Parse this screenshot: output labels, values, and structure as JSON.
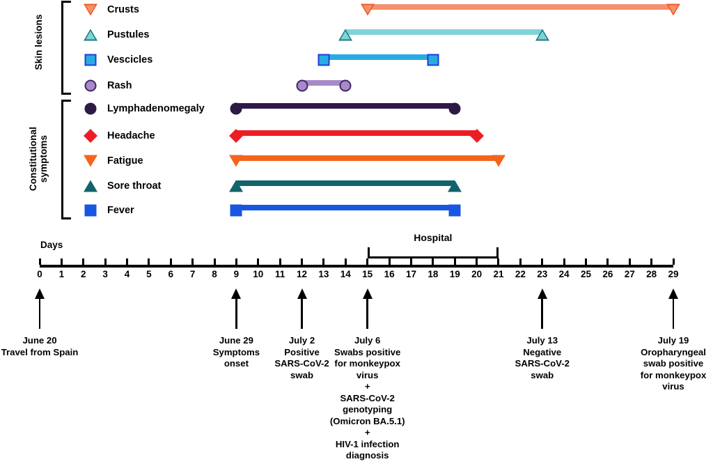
{
  "figure": {
    "axis_label": "Days",
    "hospital_label": "Hospital",
    "hospital_span": [
      15,
      21
    ],
    "axis_range": [
      0,
      29
    ],
    "tick_labels": [
      "0",
      "1",
      "2",
      "3",
      "4",
      "5",
      "6",
      "7",
      "8",
      "9",
      "10",
      "11",
      "12",
      "13",
      "14",
      "15",
      "16",
      "17",
      "18",
      "19",
      "20",
      "21",
      "22",
      "23",
      "24",
      "25",
      "26",
      "27",
      "28",
      "29"
    ]
  },
  "groups": [
    {
      "label": "Skin lesions",
      "rows": [
        0,
        3
      ]
    },
    {
      "label": "Constitutional\nsymptoms",
      "rows": [
        4,
        8
      ]
    }
  ],
  "chart_data": {
    "type": "table",
    "title": "Clinical timeline of monkeypox and SARS-CoV-2 co-infection",
    "xlabel": "Days",
    "xlim": [
      0,
      29
    ],
    "grid": false,
    "legend": "left",
    "series": [
      {
        "name": "Crusts",
        "group": "Skin lesions",
        "start": 15,
        "end": 29,
        "marker": "triangle-down",
        "fill": "#F4926E",
        "stroke": "#F15A22",
        "bar": "#F4926E"
      },
      {
        "name": "Pustules",
        "group": "Skin lesions",
        "start": 14,
        "end": 23,
        "marker": "triangle-up",
        "fill": "#7FD4D8",
        "stroke": "#1D7B80",
        "bar": "#7FD4D8"
      },
      {
        "name": "Vescicles",
        "group": "Skin lesions",
        "start": 13,
        "end": 18,
        "marker": "square",
        "fill": "#29ABE2",
        "stroke": "#1B3FD8",
        "bar": "#29ABE2"
      },
      {
        "name": "Rash",
        "group": "Skin lesions",
        "start": 12,
        "end": 14,
        "marker": "circle",
        "fill": "#A78BC8",
        "stroke": "#45246B",
        "bar": "#A78BC8"
      },
      {
        "name": "Lymphadenomegaly",
        "group": "Constitutional symptoms",
        "start": 9,
        "end": 19,
        "marker": "circle",
        "fill": "#2E1A47",
        "stroke": "#2E1A47",
        "bar": "#2E1A47"
      },
      {
        "name": "Headache",
        "group": "Constitutional symptoms",
        "start": 9,
        "end": 20,
        "marker": "diamond",
        "fill": "#EE1C25",
        "stroke": "#EE1C25",
        "bar": "#EE1C25"
      },
      {
        "name": "Fatigue",
        "group": "Constitutional symptoms",
        "start": 9,
        "end": 21,
        "marker": "triangle-down",
        "fill": "#F4641C",
        "stroke": "#F4641C",
        "bar": "#F4641C"
      },
      {
        "name": "Sore throat",
        "group": "Constitutional symptoms",
        "start": 9,
        "end": 19,
        "marker": "triangle-up",
        "fill": "#12646B",
        "stroke": "#12646B",
        "bar": "#12646B"
      },
      {
        "name": "Fever",
        "group": "Constitutional symptoms",
        "start": 9,
        "end": 19,
        "marker": "square",
        "fill": "#1756E0",
        "stroke": "#1756E0",
        "bar": "#1756E0"
      }
    ],
    "events": [
      {
        "day": 0,
        "caption": "June 20\nTravel from Spain"
      },
      {
        "day": 9,
        "caption": "June 29\nSymptoms\nonset"
      },
      {
        "day": 12,
        "caption": "July 2\nPositive\nSARS-CoV-2\nswab"
      },
      {
        "day": 15,
        "caption": "July 6\nSwabs positive\nfor monkeypox\nvirus\n+\nSARS-CoV-2\ngenotyping\n(Omicron BA.5.1)\n+\nHIV-1 infection\ndiagnosis"
      },
      {
        "day": 23,
        "caption": "July 13\nNegative\nSARS-CoV-2\nswab"
      },
      {
        "day": 29,
        "caption": "July 19\nOropharyngeal\nswab positive\nfor monkeypox\nvirus"
      }
    ]
  }
}
